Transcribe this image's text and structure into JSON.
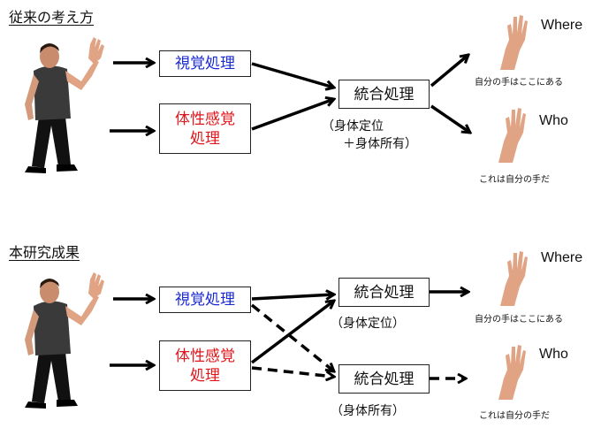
{
  "top": {
    "title": "従来の考え方",
    "visual_box": "視覚処理",
    "soma_box_line1": "体性感覚",
    "soma_box_line2": "処理",
    "integrate_box": "統合処理",
    "note_line1": "（身体定位",
    "note_line2": "＋身体所有）",
    "where_label": "Where",
    "where_caption": "自分の手はここにある",
    "who_label": "Who",
    "who_caption": "これは自分の手だ"
  },
  "bottom": {
    "title": "本研究成果",
    "visual_box": "視覚処理",
    "soma_box_line1": "体性感覚",
    "soma_box_line2": "処理",
    "integrate1_box": "統合処理",
    "integrate1_note": "（身体定位）",
    "integrate2_box": "統合処理",
    "integrate2_note": "（身体所有）",
    "where_label": "Where",
    "where_caption": "自分の手はここにある",
    "who_label": "Who",
    "who_caption": "これは自分の手だ"
  },
  "colors": {
    "visual_text": "#1a2ad0",
    "soma_text": "#e0161b",
    "skin": "#e0a485",
    "shirt": "#3a3a3a",
    "pants": "#111111"
  },
  "icons": [
    "person-figure",
    "raised-hand"
  ]
}
